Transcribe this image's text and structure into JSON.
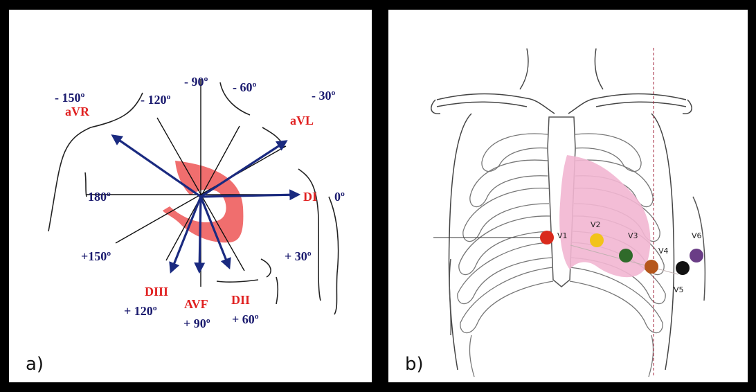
{
  "panel_a": {
    "label": "a)",
    "degrees": {
      "m150": "- 150º",
      "m120": "- 120º",
      "m90": "- 90º",
      "m60": "- 60º",
      "m30": "- 30º",
      "d180": "180º",
      "d0": "0º",
      "p150": "+150º",
      "p30": "+ 30º",
      "p120": "+ 120º",
      "p90": "+ 90º",
      "p60": "+ 60º"
    },
    "leads": {
      "avr": "aVR",
      "avl": "aVL",
      "di": "DI",
      "diii": "DIII",
      "avf": "AVF",
      "dii": "DII"
    }
  },
  "panel_b": {
    "label": "b)",
    "electrodes": [
      {
        "label": "V1",
        "color": "#d92a1c"
      },
      {
        "label": "V2",
        "color": "#f2c31a"
      },
      {
        "label": "V3",
        "color": "#2f6a2a"
      },
      {
        "label": "V4",
        "color": "#b5561b"
      },
      {
        "label": "V5",
        "color": "#111111"
      },
      {
        "label": "V6",
        "color": "#6a3d86"
      }
    ]
  },
  "colors": {
    "arrow": "#1a2a80",
    "lead_text": "#e02020",
    "degree_text": "#1a1a6e",
    "heart_fill": "#f06e6e",
    "heart_zone": "#f2b6d2"
  }
}
